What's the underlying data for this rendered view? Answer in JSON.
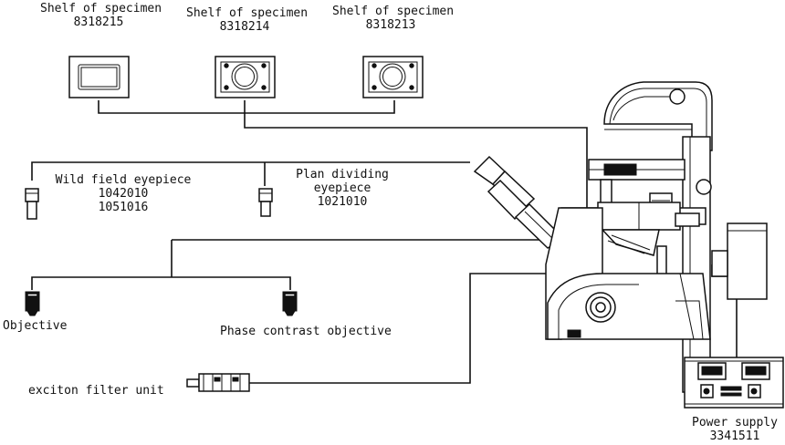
{
  "labels": {
    "shelf_1_name": "Shelf of specimen",
    "shelf_1_code": "8318215",
    "shelf_2_name": "Shelf of specimen",
    "shelf_2_code": "8318214",
    "shelf_3_name": "Shelf of specimen",
    "shelf_3_code": "8318213",
    "wild_field_name": "Wild field eyepiece",
    "wild_field_code_1": "1042010",
    "wild_field_code_2": "1051016",
    "plan_dividing_name_1": "Plan dividing",
    "plan_dividing_name_2": "eyepiece",
    "plan_dividing_code": "1021010",
    "objective": "Objective",
    "phase_contrast_objective": "Phase contrast objective",
    "exciton_filter_unit": "exciton filter unit",
    "power_supply_name": "Power supply",
    "power_supply_code": "3341511"
  }
}
